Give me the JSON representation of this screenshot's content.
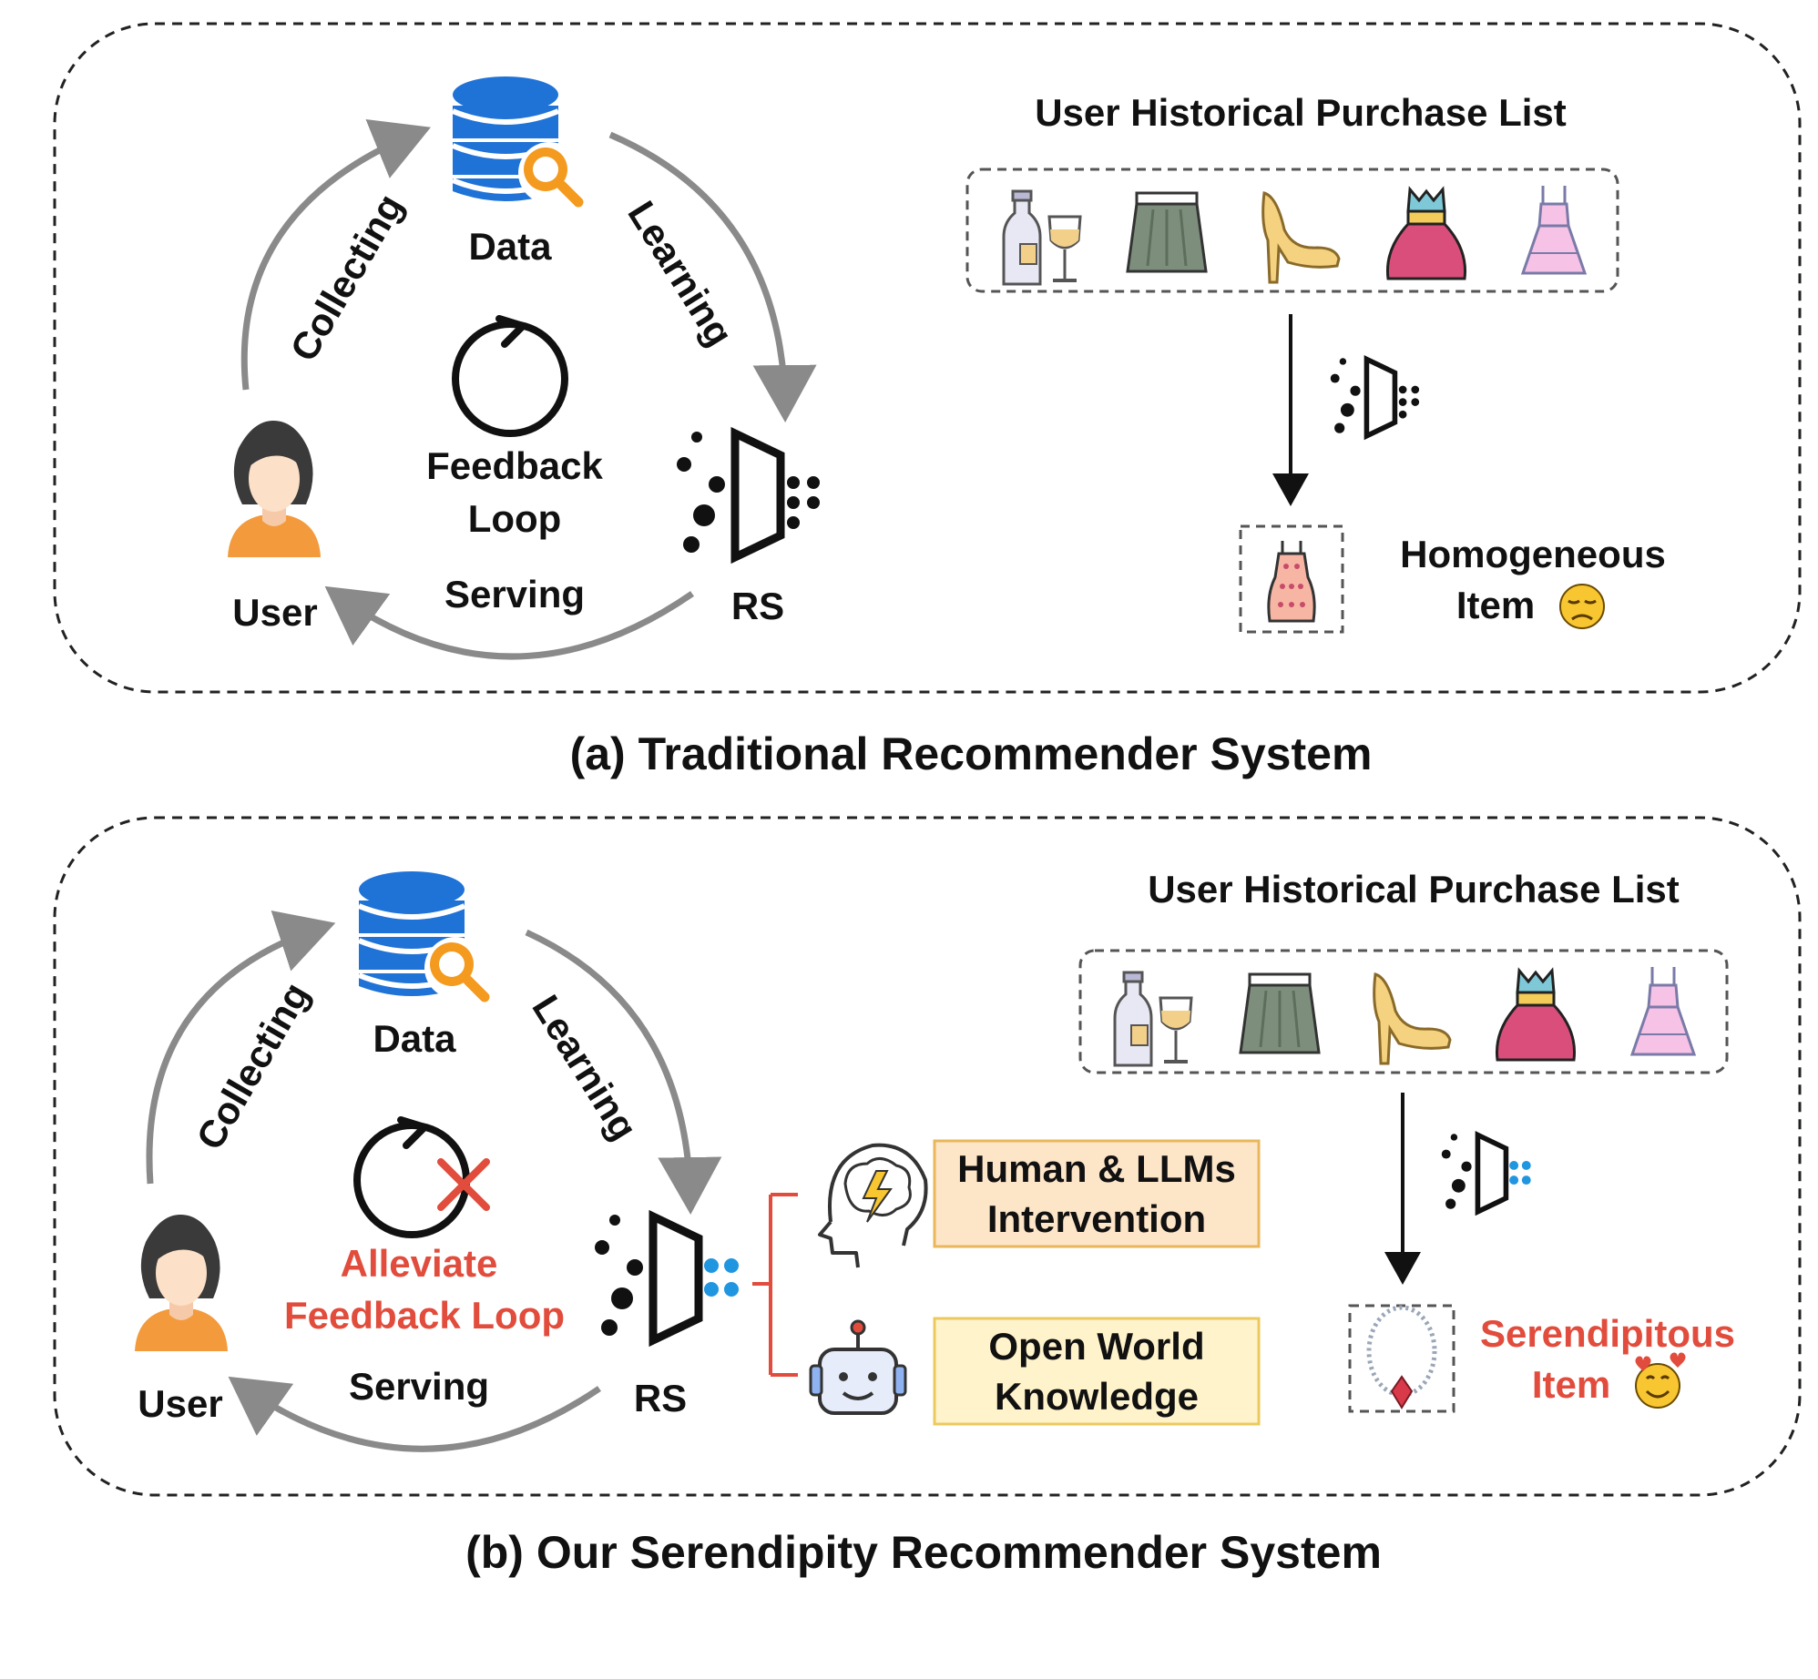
{
  "panel_a": {
    "caption": "(a) Traditional Recommender System",
    "cycle": {
      "data": "Data",
      "collecting": "Collecting",
      "learning": "Learning",
      "serving": "Serving",
      "user": "User",
      "rs": "RS",
      "loop_line1": "Feedback",
      "loop_line2": "Loop"
    },
    "history_title": "User Historical Purchase List",
    "history_items": [
      "wine-icon",
      "skirt-icon",
      "high-heel-icon",
      "red-gown-icon",
      "pink-dress-icon"
    ],
    "result_item": "patterned-dress-icon",
    "result_line1": "Homogeneous",
    "result_line2": "Item",
    "result_emoji": "disappointed-face-icon"
  },
  "panel_b": {
    "caption": "(b) Our Serendipity Recommender System",
    "cycle": {
      "data": "Data",
      "collecting": "Collecting",
      "learning": "Learning",
      "serving": "Serving",
      "user": "User",
      "rs": "RS",
      "loop_line1": "Alleviate",
      "loop_line2": "Feedback Loop"
    },
    "intervention_line1": "Human & LLMs",
    "intervention_line2": "Intervention",
    "knowledge_line1": "Open World",
    "knowledge_line2": "Knowledge",
    "history_title": "User Historical Purchase List",
    "history_items": [
      "wine-icon",
      "skirt-icon",
      "high-heel-icon",
      "red-gown-icon",
      "pink-dress-icon"
    ],
    "result_item": "necklace-icon",
    "result_line1": "Serendipitous",
    "result_line2": "Item",
    "result_emoji": "smiling-hearts-face-icon"
  },
  "colors": {
    "accent_red": "#e14c3c",
    "database_blue": "#1f72d6",
    "magnifier_orange": "#f39a1f",
    "arrow_gray": "#8a8a8a",
    "box_orange_fill": "#fde5c8",
    "box_orange_border": "#e9b65c",
    "box_yellow_fill": "#fff3cc",
    "box_yellow_border": "#ecc95c",
    "rs_dots_blue": "#2196e0"
  }
}
